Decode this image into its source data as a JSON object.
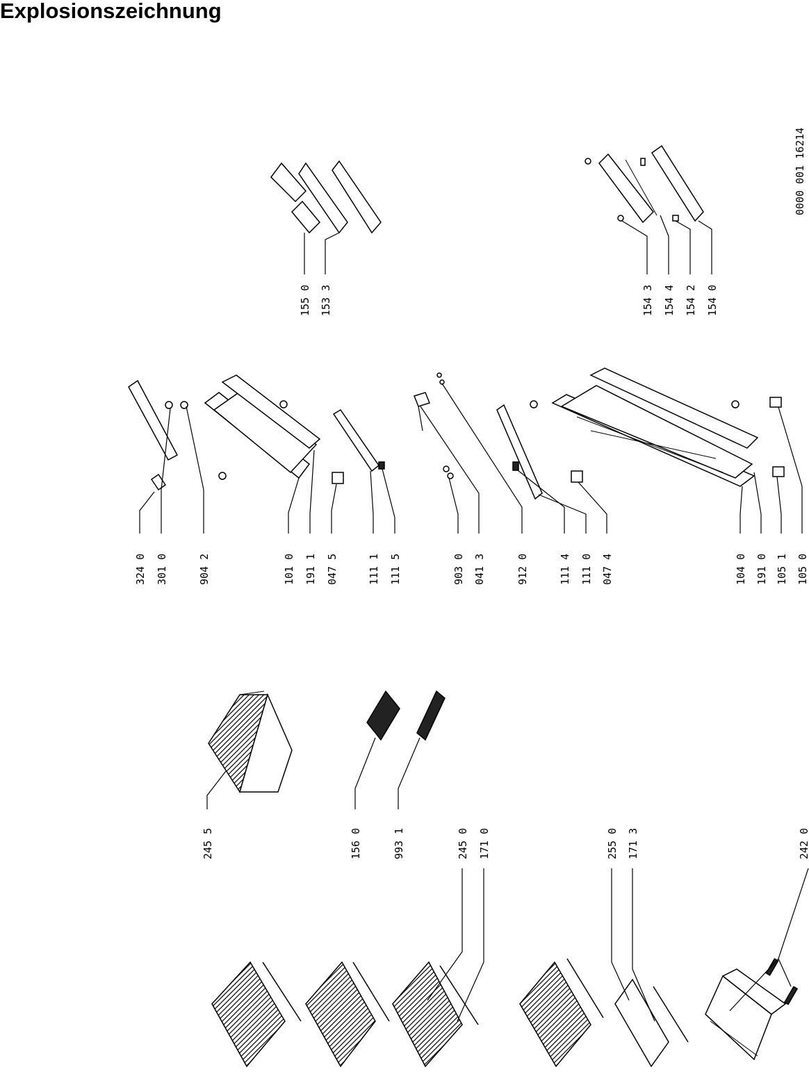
{
  "title": "Explosionszeichnung",
  "doc_code": "0000 001 16214",
  "part_labels": [
    {
      "id": "p324_0",
      "text": "324 0"
    },
    {
      "id": "p301_0",
      "text": "301 0"
    },
    {
      "id": "p904_2",
      "text": "904 2"
    },
    {
      "id": "p101_0",
      "text": "101 0"
    },
    {
      "id": "p191_1",
      "text": "191 1"
    },
    {
      "id": "p047_5",
      "text": "047 5"
    },
    {
      "id": "p111_1",
      "text": "111 1"
    },
    {
      "id": "p111_5",
      "text": "111 5"
    },
    {
      "id": "p903_0",
      "text": "903 0"
    },
    {
      "id": "p041_3",
      "text": "041 3"
    },
    {
      "id": "p912_0",
      "text": "912 0"
    },
    {
      "id": "p111_4",
      "text": "111 4"
    },
    {
      "id": "p111_0",
      "text": "111 0"
    },
    {
      "id": "p047_4",
      "text": "047 4"
    },
    {
      "id": "p104_0",
      "text": "104 0"
    },
    {
      "id": "p191_0",
      "text": "191 0"
    },
    {
      "id": "p105_1",
      "text": "105 1"
    },
    {
      "id": "p105_0",
      "text": "105 0"
    },
    {
      "id": "p155_0",
      "text": "155 0"
    },
    {
      "id": "p153_3",
      "text": "153 3"
    },
    {
      "id": "p154_3",
      "text": "154 3"
    },
    {
      "id": "p154_4",
      "text": "154 4"
    },
    {
      "id": "p154_2",
      "text": "154 2"
    },
    {
      "id": "p154_0",
      "text": "154 0"
    },
    {
      "id": "p245_5",
      "text": "245 5"
    },
    {
      "id": "p156_0",
      "text": "156 0"
    },
    {
      "id": "p993_1",
      "text": "993 1"
    },
    {
      "id": "p245_0",
      "text": "245 0"
    },
    {
      "id": "p171_0",
      "text": "171 0"
    },
    {
      "id": "p255_0",
      "text": "255 0"
    },
    {
      "id": "p171_3",
      "text": "171 3"
    },
    {
      "id": "p242_0",
      "text": "242 0"
    }
  ]
}
